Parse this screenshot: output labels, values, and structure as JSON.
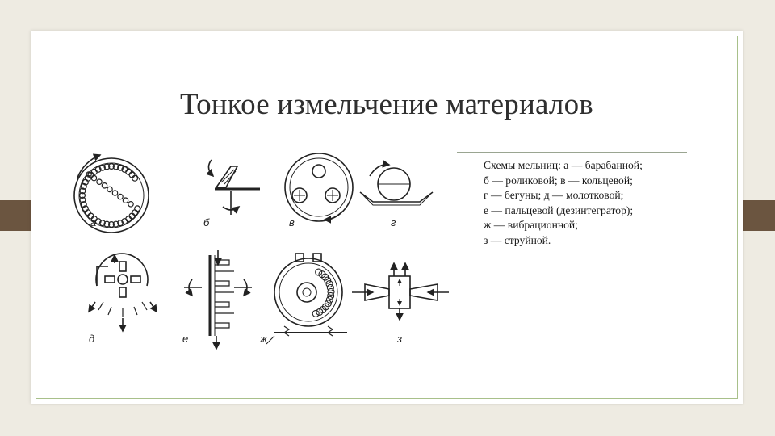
{
  "slide": {
    "title": "Тонкое измельчение материалов",
    "caption_lines": [
      "Схемы мельниц: а — барабанной;",
      "б — роликовой; в — кольцевой;",
      "г — бегуны; д — молотковой;",
      "е — пальцевой (дезинтегратор);",
      "ж — вибрационной;",
      "з — струйной."
    ]
  },
  "figure": {
    "labels": [
      "а",
      "б",
      "в",
      "г",
      "д",
      "е",
      "ж",
      "з"
    ]
  },
  "colors": {
    "background": "#eeebe2",
    "side_tab": "#6b5540",
    "frame": "#a8c08a",
    "ink": "#222222"
  }
}
